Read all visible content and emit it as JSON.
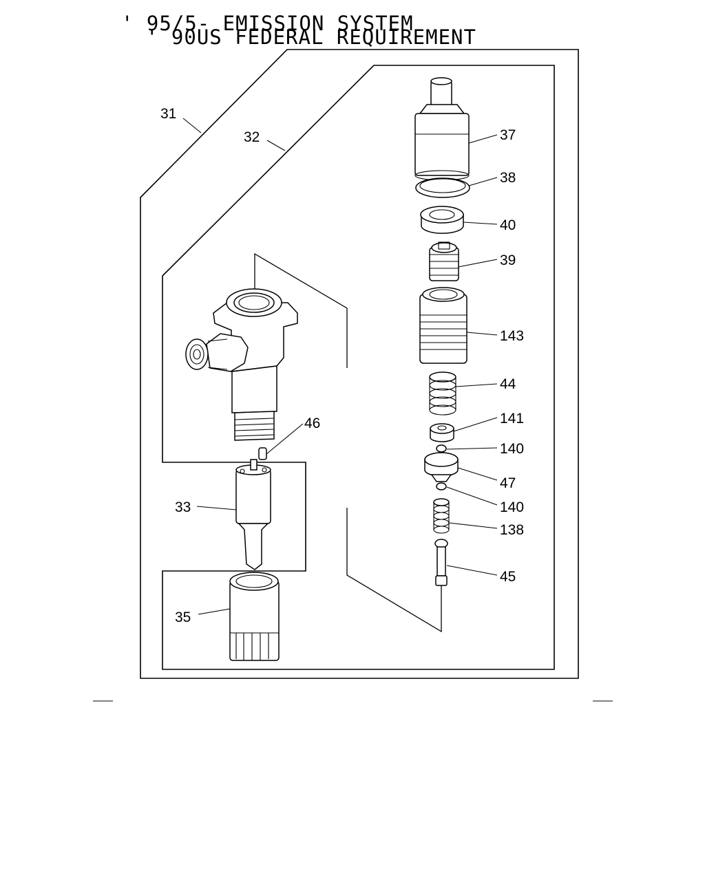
{
  "title": {
    "line1": "' 95/5- EMISSION SYSTEM",
    "line2": "' 90US FEDERAL REQUIREMENT"
  },
  "callouts": [
    {
      "id": "c31",
      "label": "31"
    },
    {
      "id": "c32",
      "label": "32"
    },
    {
      "id": "c37",
      "label": "37"
    },
    {
      "id": "c38",
      "label": "38"
    },
    {
      "id": "c40",
      "label": "40"
    },
    {
      "id": "c39",
      "label": "39"
    },
    {
      "id": "c143",
      "label": "143"
    },
    {
      "id": "c44",
      "label": "44"
    },
    {
      "id": "c141",
      "label": "141"
    },
    {
      "id": "c140a",
      "label": "140"
    },
    {
      "id": "c47",
      "label": "47"
    },
    {
      "id": "c140b",
      "label": "140"
    },
    {
      "id": "c138",
      "label": "138"
    },
    {
      "id": "c45",
      "label": "45"
    },
    {
      "id": "c46",
      "label": "46"
    },
    {
      "id": "c33",
      "label": "33"
    },
    {
      "id": "c35",
      "label": "35"
    }
  ]
}
